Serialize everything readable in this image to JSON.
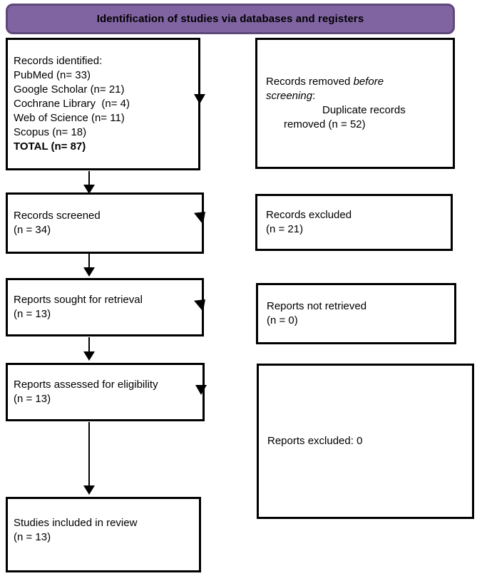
{
  "title": "PRISMA flow diagram - identification of studies",
  "colors": {
    "header_fill": "#8064A2",
    "header_border": "#5F497A",
    "box_border": "#000000",
    "text": "#000000",
    "background": "#ffffff"
  },
  "header": {
    "label": "Identification of studies via databases and registers"
  },
  "left_boxes": [
    {
      "name": "records-identified",
      "lines": [
        {
          "segments": [
            {
              "t": "Records identified:"
            }
          ]
        },
        {
          "segments": [
            {
              "t": "PubMed (n= 33)"
            }
          ]
        },
        {
          "segments": [
            {
              "t": "Google Scholar (n= 21)"
            }
          ]
        },
        {
          "segments": [
            {
              "t": "Cochrane Library  (n= 4)"
            }
          ]
        },
        {
          "segments": [
            {
              "t": "Web of Science (n= 11)"
            }
          ]
        },
        {
          "segments": [
            {
              "t": "Scopus (n= 18)"
            }
          ]
        },
        {
          "segments": [
            {
              "t": "TOTAL (n= 87)",
              "b": true
            }
          ]
        }
      ]
    },
    {
      "name": "records-screened",
      "lines": [
        {
          "segments": [
            {
              "t": "Records screened"
            }
          ]
        },
        {
          "segments": [
            {
              "t": "(n = 34)"
            }
          ]
        }
      ]
    },
    {
      "name": "reports-sought-for-retrieval",
      "lines": [
        {
          "segments": [
            {
              "t": "Reports sought for retrieval"
            }
          ]
        },
        {
          "segments": [
            {
              "t": "(n = 13)"
            }
          ]
        }
      ]
    },
    {
      "name": "reports-assessed-for-eligibility",
      "lines": [
        {
          "segments": [
            {
              "t": "Reports assessed for eligibility"
            }
          ]
        },
        {
          "segments": [
            {
              "t": "(n = 13)"
            }
          ]
        }
      ]
    },
    {
      "name": "studies-included-in-review",
      "lines": [
        {
          "segments": [
            {
              "t": "Studies included in review"
            }
          ]
        },
        {
          "segments": [
            {
              "t": "(n = 13)"
            }
          ]
        }
      ]
    }
  ],
  "right_boxes": [
    {
      "name": "records-removed-before-screening",
      "lines": [
        {
          "segments": [
            {
              "t": "Records removed "
            },
            {
              "t": "before",
              "i": true
            }
          ]
        },
        {
          "segments": [
            {
              "t": "screening",
              "i": true
            },
            {
              "t": ":"
            }
          ]
        },
        {
          "indent": 2,
          "segments": [
            {
              "t": "Duplicate records"
            }
          ]
        },
        {
          "indent": 1,
          "segments": [
            {
              "t": "removed (n = 52)"
            }
          ]
        }
      ]
    },
    {
      "name": "records-excluded",
      "lines": [
        {
          "segments": [
            {
              "t": "Records excluded"
            }
          ]
        },
        {
          "segments": [
            {
              "t": "(n = 21)"
            }
          ]
        }
      ]
    },
    {
      "name": "reports-not-retrieved",
      "lines": [
        {
          "segments": [
            {
              "t": "Reports not retrieved"
            }
          ]
        },
        {
          "segments": [
            {
              "t": "(n = 0)"
            }
          ]
        }
      ]
    },
    {
      "name": "reports-excluded",
      "lines": [
        {
          "segments": [
            {
              "t": "Reports excluded: 0"
            }
          ]
        }
      ]
    }
  ]
}
